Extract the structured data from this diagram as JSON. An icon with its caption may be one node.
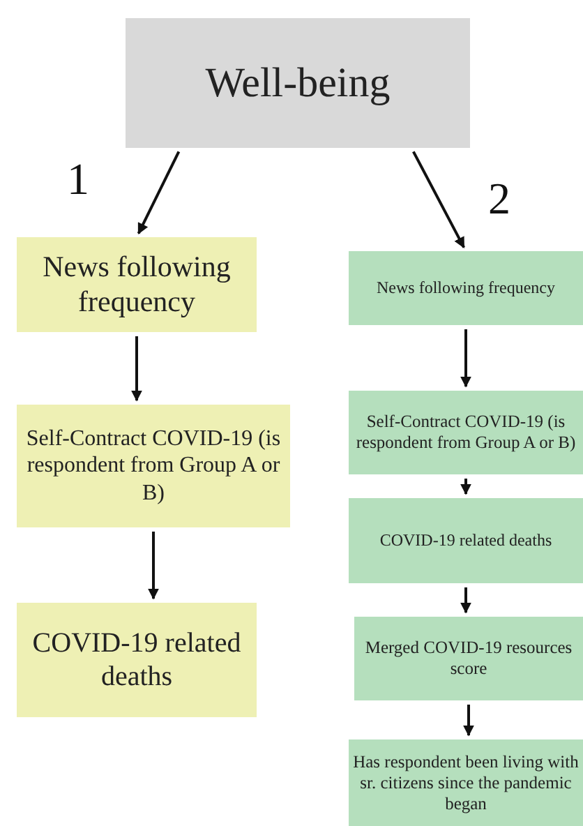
{
  "diagram": {
    "nodes": [
      {
        "text": [
          "Well-being"
        ]
      },
      {
        "text": [
          "News following frequency"
        ]
      },
      {
        "text": [
          "Self-Contract COVID-19 (is respondent from Group A or B)"
        ]
      },
      {
        "text": [
          "COVID-19 related deaths"
        ]
      },
      {
        "text": [
          "News following frequency"
        ]
      },
      {
        "text": [
          "Self-Contract COVID-19 (is respondent from Group A or B)"
        ]
      },
      {
        "text": [
          "COVID-19 related deaths"
        ]
      },
      {
        "text": [
          "Merged COVID-19 resources score"
        ]
      },
      {
        "text": [
          "Has respondent been living with sr. citizens since the pandemic began"
        ]
      }
    ],
    "edges": [
      {
        "from": 0,
        "to": 1,
        "arrow": "to",
        "label": "1"
      },
      {
        "from": 0,
        "to": 4,
        "arrow": "to",
        "label": "2"
      },
      {
        "from": 1,
        "to": 2,
        "arrow": "to"
      },
      {
        "from": 2,
        "to": 3,
        "arrow": "to"
      },
      {
        "from": 4,
        "to": 5,
        "arrow": "to"
      },
      {
        "from": 5,
        "to": 6,
        "arrow": "to"
      },
      {
        "from": 6,
        "to": 7,
        "arrow": "to"
      },
      {
        "from": 7,
        "to": 8,
        "arrow": "to"
      }
    ]
  }
}
